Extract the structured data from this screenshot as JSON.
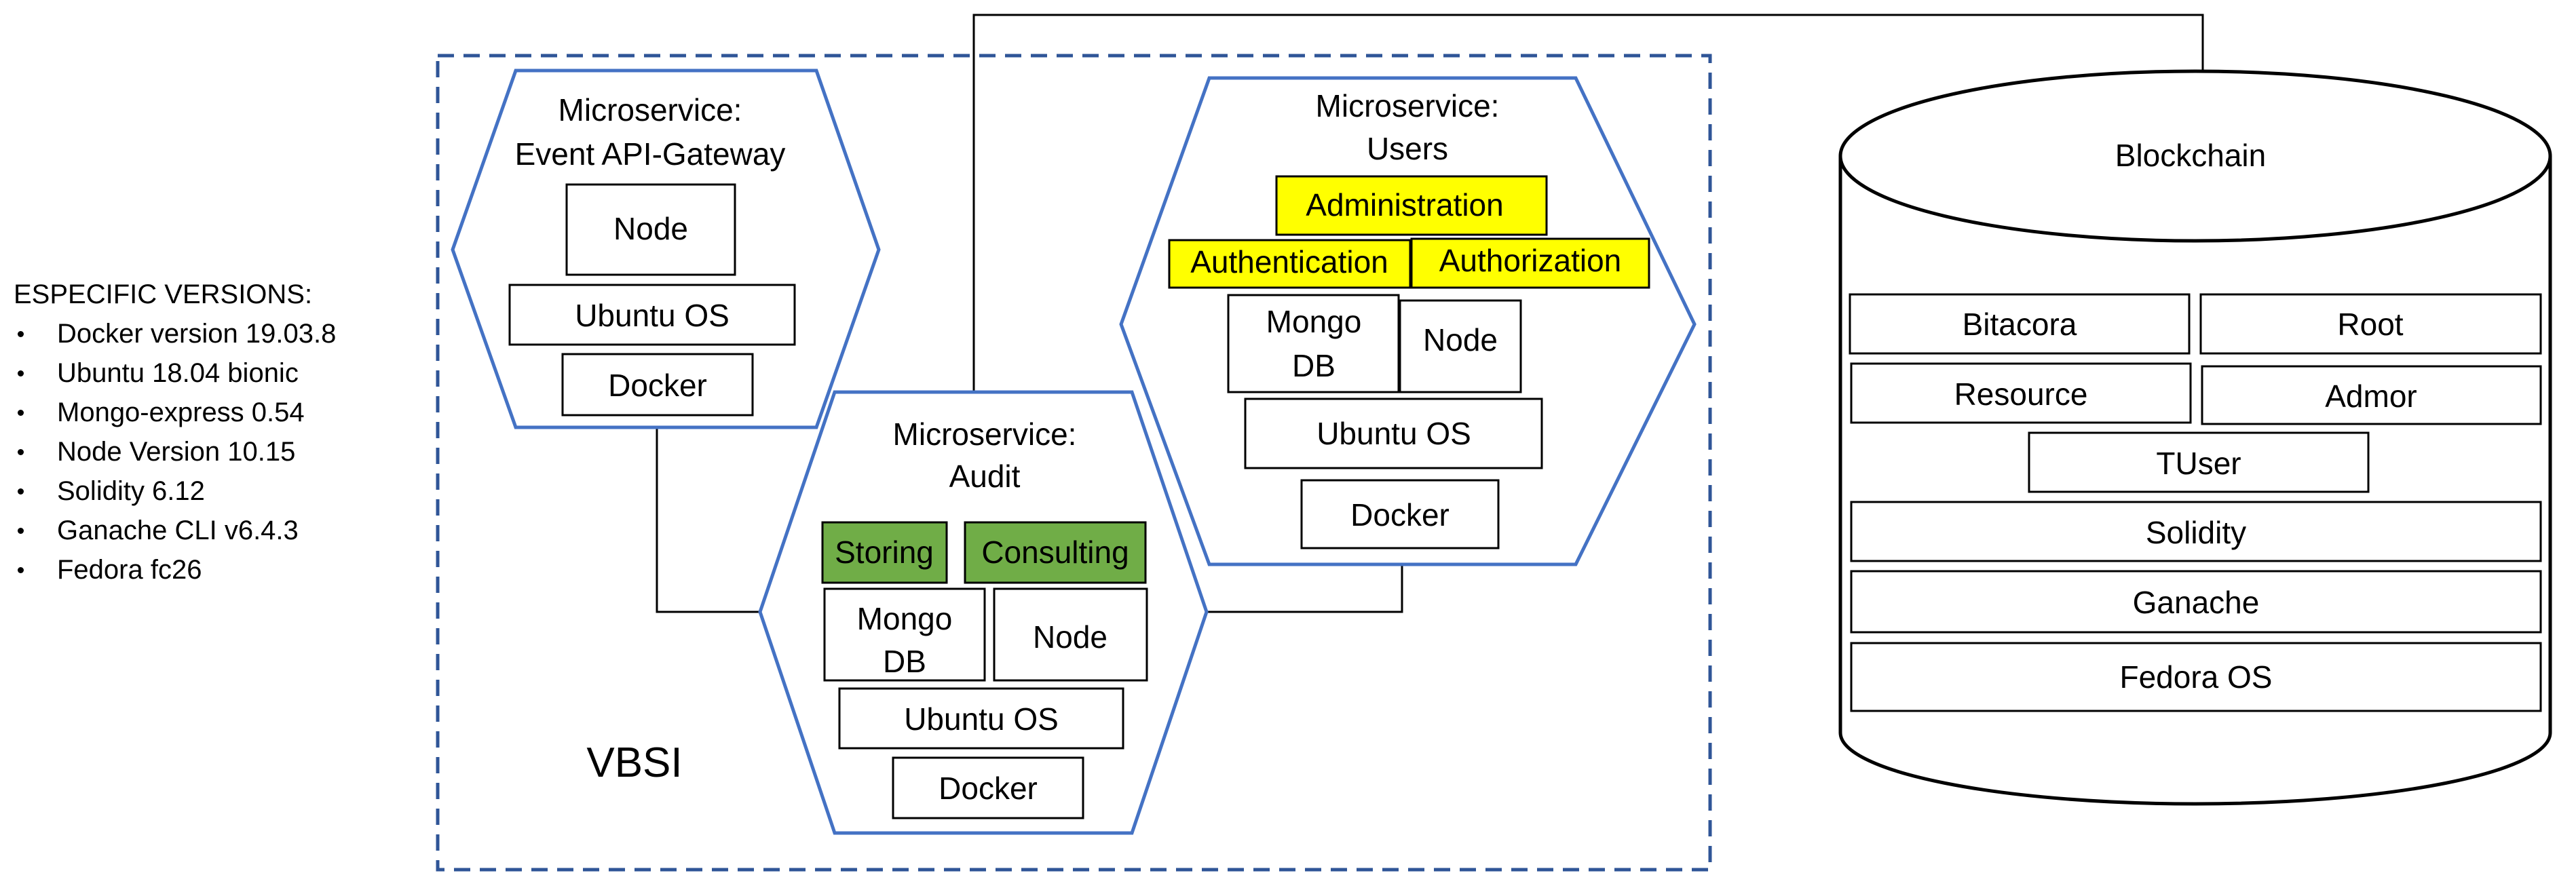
{
  "specific_versions": {
    "heading": "ESPECIFIC VERSIONS:",
    "items": [
      "Docker version 19.03.8",
      "Ubuntu 18.04 bionic",
      "Mongo-express 0.54",
      "Node Version 10.15",
      "Solidity 6.12",
      "Ganache CLI v6.4.3",
      "Fedora fc26"
    ]
  },
  "vbsi": {
    "label": "VBSI",
    "gateway": {
      "title_line1": "Microservice:",
      "title_line2": "Event API-Gateway",
      "node": "Node",
      "ubuntu": "Ubuntu OS",
      "docker": "Docker"
    },
    "audit": {
      "title_line1": "Microservice:",
      "title_line2": "Audit",
      "storing": "Storing",
      "consulting": "Consulting",
      "mongo_line1": "Mongo",
      "mongo_line2": "DB",
      "node": "Node",
      "ubuntu": "Ubuntu OS",
      "docker": "Docker"
    },
    "users": {
      "title_line1": "Microservice:",
      "title_line2": "Users",
      "administration": "Administration",
      "authentication": "Authentication",
      "authorization": "Authorization",
      "mongo_line1": "Mongo",
      "mongo_line2": "DB",
      "node": "Node",
      "ubuntu": "Ubuntu OS",
      "docker": "Docker"
    }
  },
  "blockchain": {
    "title": "Blockchain",
    "bitacora": "Bitacora",
    "root": "Root",
    "resource": "Resource",
    "admor": "Admor",
    "tuser": "TUser",
    "solidity": "Solidity",
    "ganache": "Ganache",
    "fedora": "Fedora OS"
  },
  "colors": {
    "hexagon_stroke": "#4472c4",
    "container_dash": "#2f5597",
    "highlight_yellow": "#ffff00",
    "highlight_green": "#70ad47"
  }
}
